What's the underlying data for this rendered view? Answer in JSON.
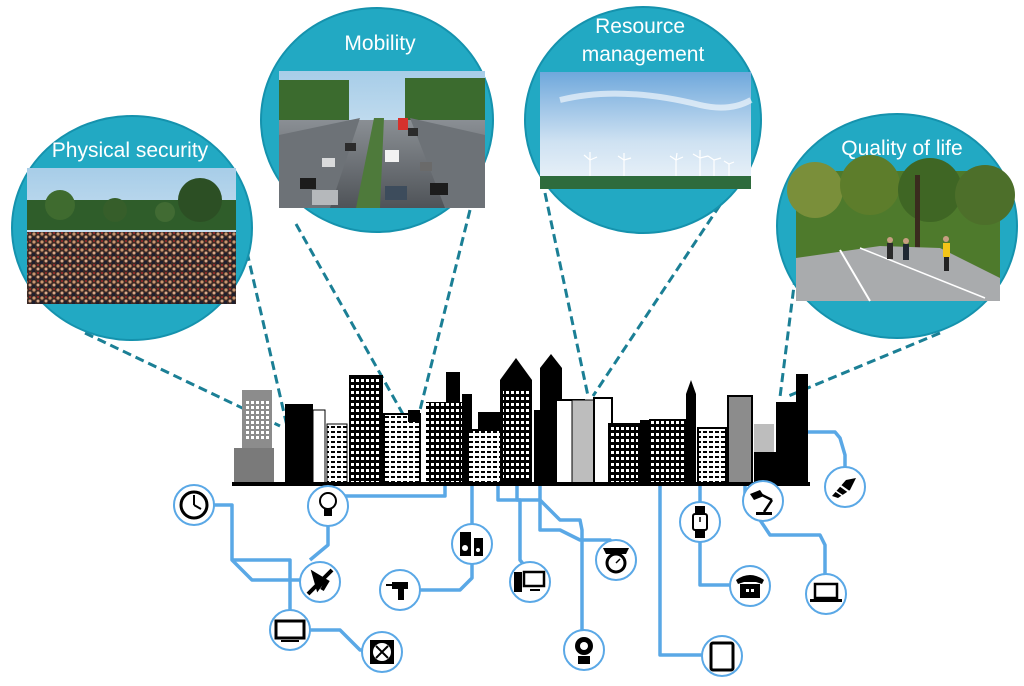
{
  "diagram": {
    "categories": [
      {
        "id": "physical-security",
        "title_lines": [
          "Physical security"
        ],
        "scene": "crowd-photo"
      },
      {
        "id": "mobility",
        "title_lines": [
          "Mobility"
        ],
        "scene": "highway-traffic-photo"
      },
      {
        "id": "resource-management",
        "title_lines": [
          "Resource",
          "management"
        ],
        "scene": "wind-turbines-photo"
      },
      {
        "id": "quality-of-life",
        "title_lines": [
          "Quality of life"
        ],
        "scene": "park-joggers-photo"
      }
    ],
    "devices": [
      "clock-icon",
      "lightbulb-icon",
      "airplane-icon",
      "drill-icon",
      "television-icon",
      "fan-icon",
      "speakers-icon",
      "desktop-computer-icon",
      "webcam-icon",
      "kitchen-scale-icon",
      "tablet-icon",
      "wristwatch-icon",
      "telephone-icon",
      "desk-lamp-icon",
      "laptop-icon",
      "vacuum-icon"
    ],
    "colors": {
      "bubble": "#22a9c3",
      "bubble_edge": "#1592ad",
      "connector": "#1b7f95",
      "wire": "#5aa8e6",
      "skyline": "#000000"
    }
  }
}
